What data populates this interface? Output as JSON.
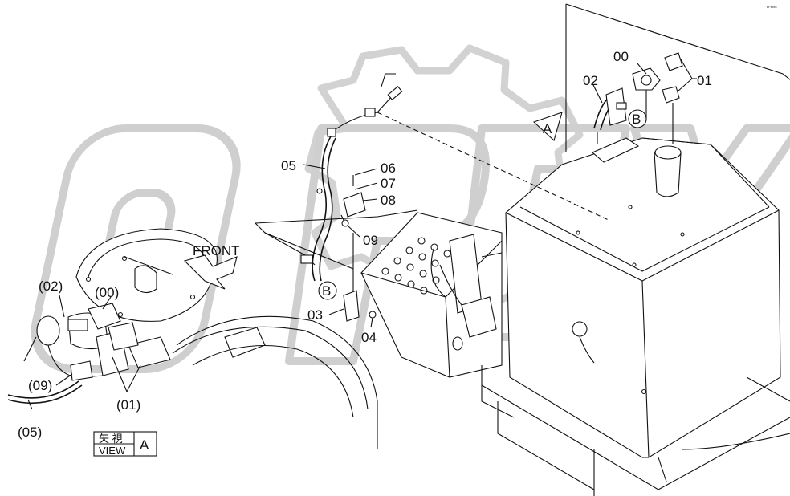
{
  "corner_mark": "ef·xxxx",
  "callouts": {
    "c00": "00",
    "c01": "01",
    "c02": "02",
    "c03": "03",
    "c04": "04",
    "c05": "05",
    "c06": "06",
    "c07": "07",
    "c08": "08",
    "c09": "09",
    "p00": "(00)",
    "p01": "(01)",
    "p02": "(02)",
    "p05": "(05)",
    "p09": "(09)"
  },
  "markers": {
    "a_top": "A",
    "b_top": "B",
    "b_mid": "B"
  },
  "front_label": "FRONT",
  "view_box": {
    "kanji": "矢 視",
    "word": "VIEW",
    "letter": "A"
  },
  "watermark": "OPEX"
}
